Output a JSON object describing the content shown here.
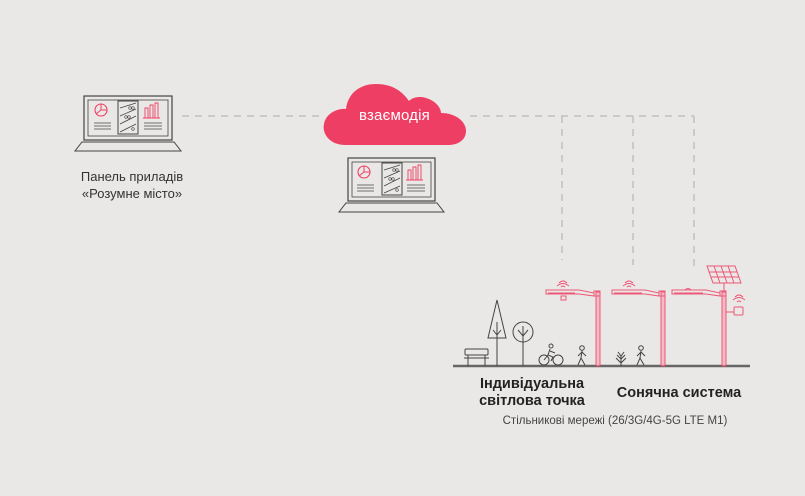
{
  "colors": {
    "background": "#eae8e6",
    "accent": "#ee3e63",
    "accent_light": "#f08a9c",
    "line_dark": "#444444",
    "dash": "#bdbdbd"
  },
  "dashboard": {
    "label_line1": "Панель приладів",
    "label_line2": "«Розумне місто»",
    "icon": "laptop-dashboard-icon"
  },
  "cloud": {
    "label": "взаємодія",
    "icon": "cloud-icon"
  },
  "server_laptop": {
    "icon": "laptop-dashboard-icon"
  },
  "street_scene": {
    "elements": [
      "bench-icon",
      "tree-conifer-icon",
      "tree-round-icon",
      "cyclist-icon",
      "pedestrian-icon",
      "streetlight-icon",
      "plant-icon",
      "pedestrian-icon",
      "streetlight-icon",
      "solar-streetlight-icon"
    ]
  },
  "labels": {
    "individual_line1": "Індивідуальна",
    "individual_line2": "світлова точка",
    "solar": "Сонячна система",
    "networks": "Стільникові мережі (26/3G/4G-5G LTE M1)"
  }
}
